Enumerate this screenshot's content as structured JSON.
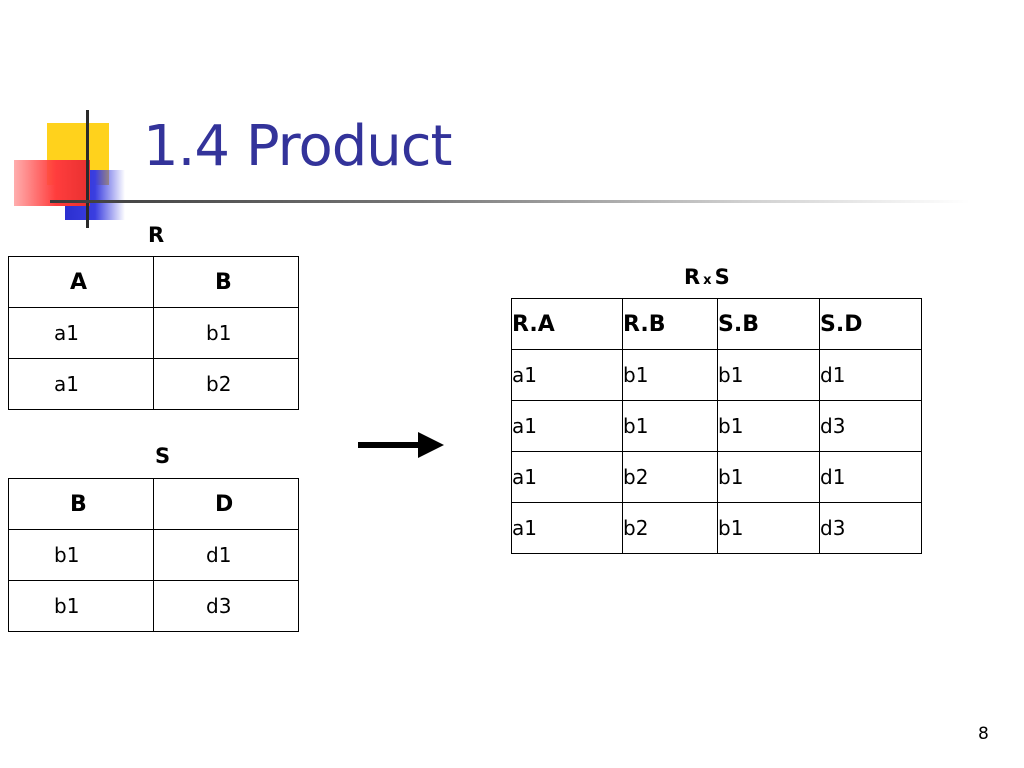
{
  "slide": {
    "title": "1.4 Product",
    "page_number": "8"
  },
  "table_r": {
    "label": "R",
    "headers": [
      "A",
      "B"
    ],
    "rows": [
      [
        "a1",
        "b1"
      ],
      [
        "a1",
        "b2"
      ]
    ]
  },
  "table_s": {
    "label": "S",
    "headers": [
      "B",
      "D"
    ],
    "rows": [
      [
        "b1",
        "d1"
      ],
      [
        "b1",
        "d3"
      ]
    ]
  },
  "table_rxs": {
    "label_left": "R",
    "label_op": "x",
    "label_right": "S",
    "headers": [
      "R.A",
      "R.B",
      "S.B",
      "S.D"
    ],
    "rows": [
      [
        "a1",
        "b1",
        "b1",
        "d1"
      ],
      [
        "a1",
        "b1",
        "b1",
        "d3"
      ],
      [
        "a1",
        "b2",
        "b1",
        "d1"
      ],
      [
        "a1",
        "b2",
        "b1",
        "d3"
      ]
    ]
  },
  "colors": {
    "title": "#33339a",
    "accent_yellow": "#ffd21c",
    "accent_blue": "#2b2fd0",
    "accent_red": "#ff3d3d"
  },
  "icons": {
    "arrow": "arrow-right-icon"
  }
}
